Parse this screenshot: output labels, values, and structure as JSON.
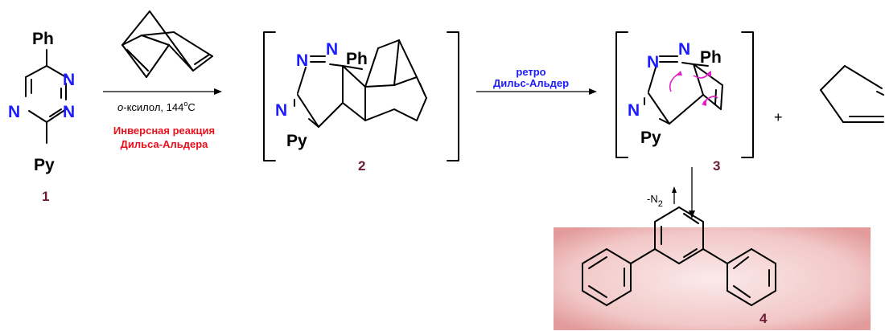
{
  "labels": {
    "ph": "Ph",
    "py": "Py",
    "n": "N",
    "minus_n2": "-N",
    "sub2": "2"
  },
  "numbers": {
    "c1": "1",
    "c2": "2",
    "c3": "3",
    "c4": "4"
  },
  "conditions": {
    "solvent_prefix": "o",
    "solvent_rest": "-ксилол, 144",
    "deg": "o",
    "unit": "C",
    "reaction_line1": "Инверсная реакция",
    "reaction_line2": "Дильса-Альдера",
    "retro_line1": "ретро",
    "retro_line2": "Дильс-Альдер"
  },
  "plus": "+",
  "colors": {
    "nitrogen": "#1c1cff",
    "reaction_red": "#e8111c",
    "compound_number": "#6b1a3a",
    "arrow_pushing": "#e020c8",
    "product_box": "#e8a9a9"
  }
}
